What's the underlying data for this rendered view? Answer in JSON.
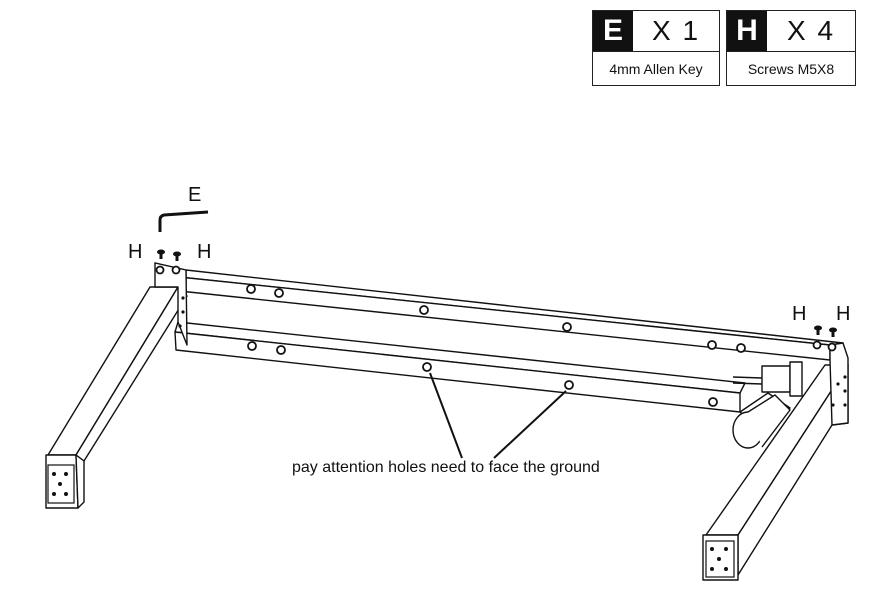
{
  "parts": [
    {
      "letter": "E",
      "quantity": "X 1",
      "name": "4mm Allen Key"
    },
    {
      "letter": "H",
      "quantity": "X 4",
      "name": "Screws M5X8"
    }
  ],
  "callouts": {
    "allen_key": "E",
    "screw_left_1": "H",
    "screw_left_2": "H",
    "screw_right_1": "H",
    "screw_right_2": "H"
  },
  "note": "pay attention  holes need to face the ground"
}
